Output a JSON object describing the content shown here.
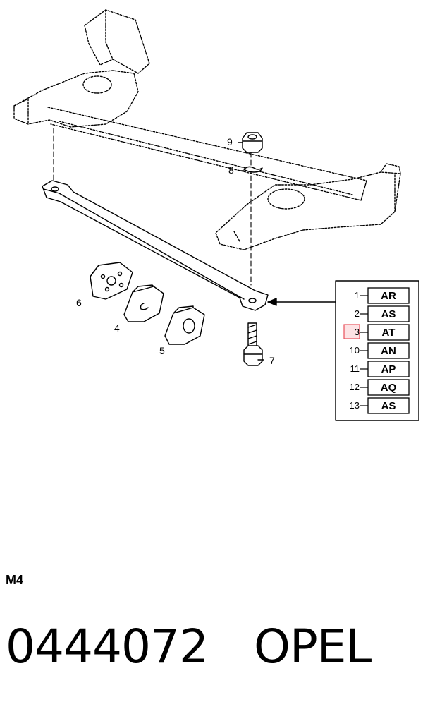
{
  "callouts": {
    "c9": "9",
    "c8": "8",
    "c6": "6",
    "c4": "4",
    "c5": "5",
    "c7": "7"
  },
  "index_table": {
    "rows": [
      {
        "num": "1",
        "code": "AR"
      },
      {
        "num": "2",
        "code": "AS"
      },
      {
        "num": "3",
        "code": "AT"
      },
      {
        "num": "10",
        "code": "AN"
      },
      {
        "num": "11",
        "code": "AP"
      },
      {
        "num": "12",
        "code": "AQ"
      },
      {
        "num": "13",
        "code": "AS"
      }
    ],
    "highlight_color": "#e8505b"
  },
  "model": "M4",
  "part_number": "0444072",
  "brand": "OPEL"
}
